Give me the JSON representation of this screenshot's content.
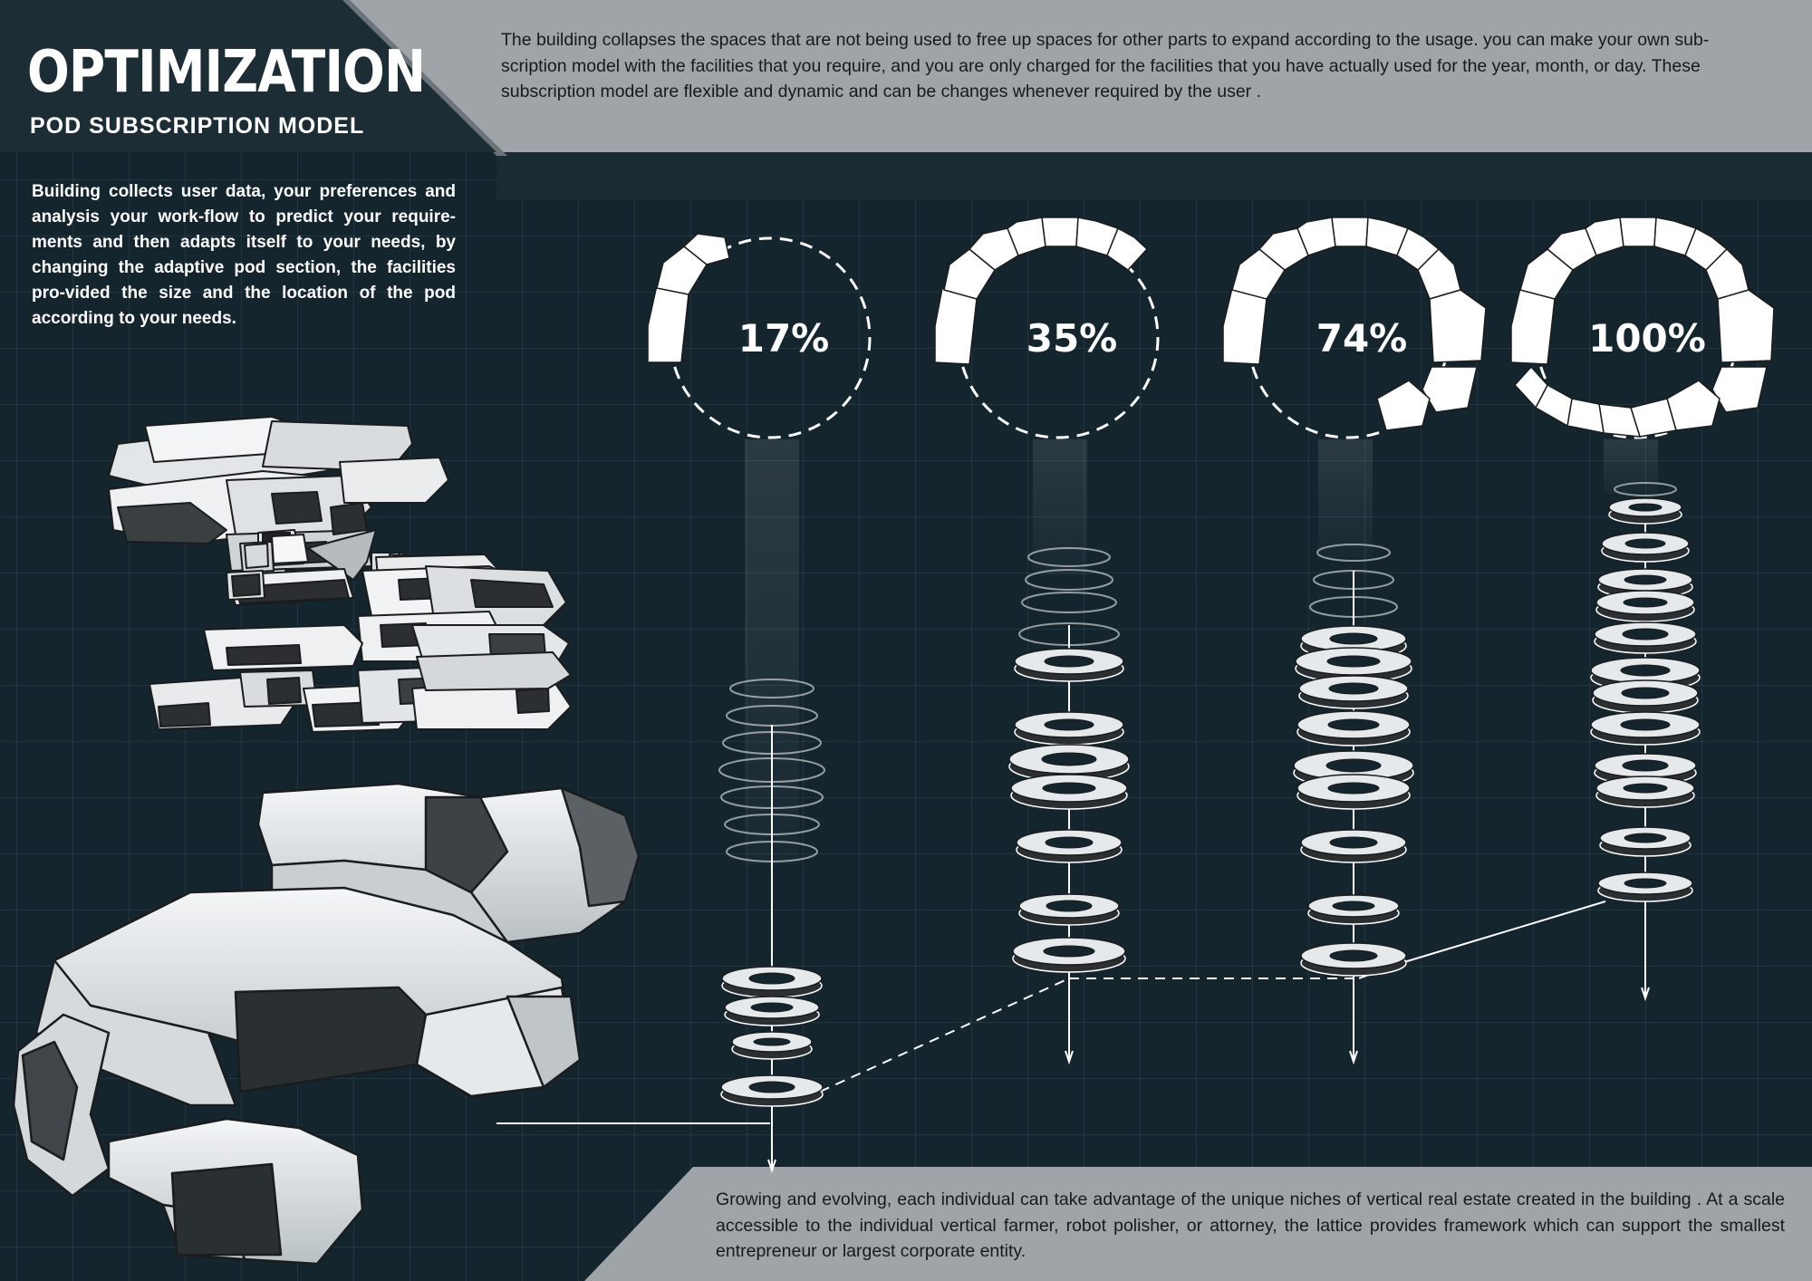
{
  "header": {
    "title": "OPTIMIZATION",
    "subtitle": "POD SUBSCRIPTION MODEL",
    "description": "The building collapses the spaces that are not being used to free up spaces for other parts to expand according to the usage. you can make your own sub-scription model with the facilities that you require, and you are only charged for the facilities that you have actually used for the year, month, or day. These subscription model are flexible and dynamic and can be changes whenever required by the user ."
  },
  "intro": {
    "text": "Building collects user data, your preferences and analysis your work-flow to predict your require-ments and then adapts itself to your needs, by changing the adaptive pod section, the facilities pro-vided the size and the location of the pod according to your needs."
  },
  "occupancy_stages": [
    {
      "label": "17%",
      "value": 17
    },
    {
      "label": "35%",
      "value": 35
    },
    {
      "label": "74%",
      "value": 74
    },
    {
      "label": "100%",
      "value": 100
    }
  ],
  "footer": {
    "text": "Growing and evolving, each individual can take advantage of the unique niches of vertical real estate created in the building . At a scale accessible to the individual vertical farmer, robot polisher, or attorney, the lattice provides framework which can support the smallest entrepreneur or largest corporate entity."
  },
  "colors": {
    "background": "#14252e",
    "panel_gray": "#9fa4a8",
    "white": "#ffffff",
    "pod_light": "#eef0f1",
    "pod_dark": "#2b2f31"
  }
}
